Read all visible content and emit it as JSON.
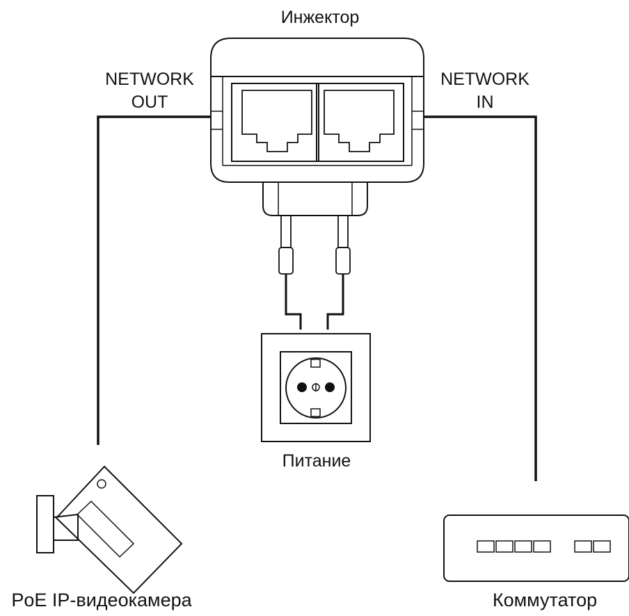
{
  "labels": {
    "injector": "Инжектор",
    "network_out": [
      "NETWORK",
      "OUT"
    ],
    "network_in": [
      "NETWORK",
      "IN"
    ],
    "power": "Питание",
    "camera": "PoE IP-видеокамера",
    "switch": "Коммутатор"
  },
  "colors": {
    "ink": "#111111",
    "background": "#ffffff"
  }
}
